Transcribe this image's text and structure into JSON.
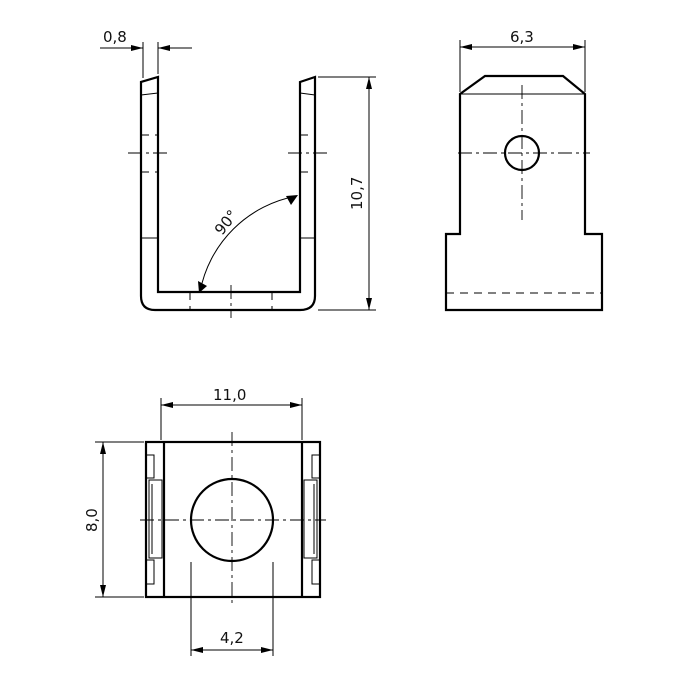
{
  "dimensions": {
    "thickness": "0,8",
    "height": "10,7",
    "width_front": "6,3",
    "angle": "90°",
    "length_bottom": "11,0",
    "width_bottom": "8,0",
    "hole_diameter": "4,2"
  }
}
